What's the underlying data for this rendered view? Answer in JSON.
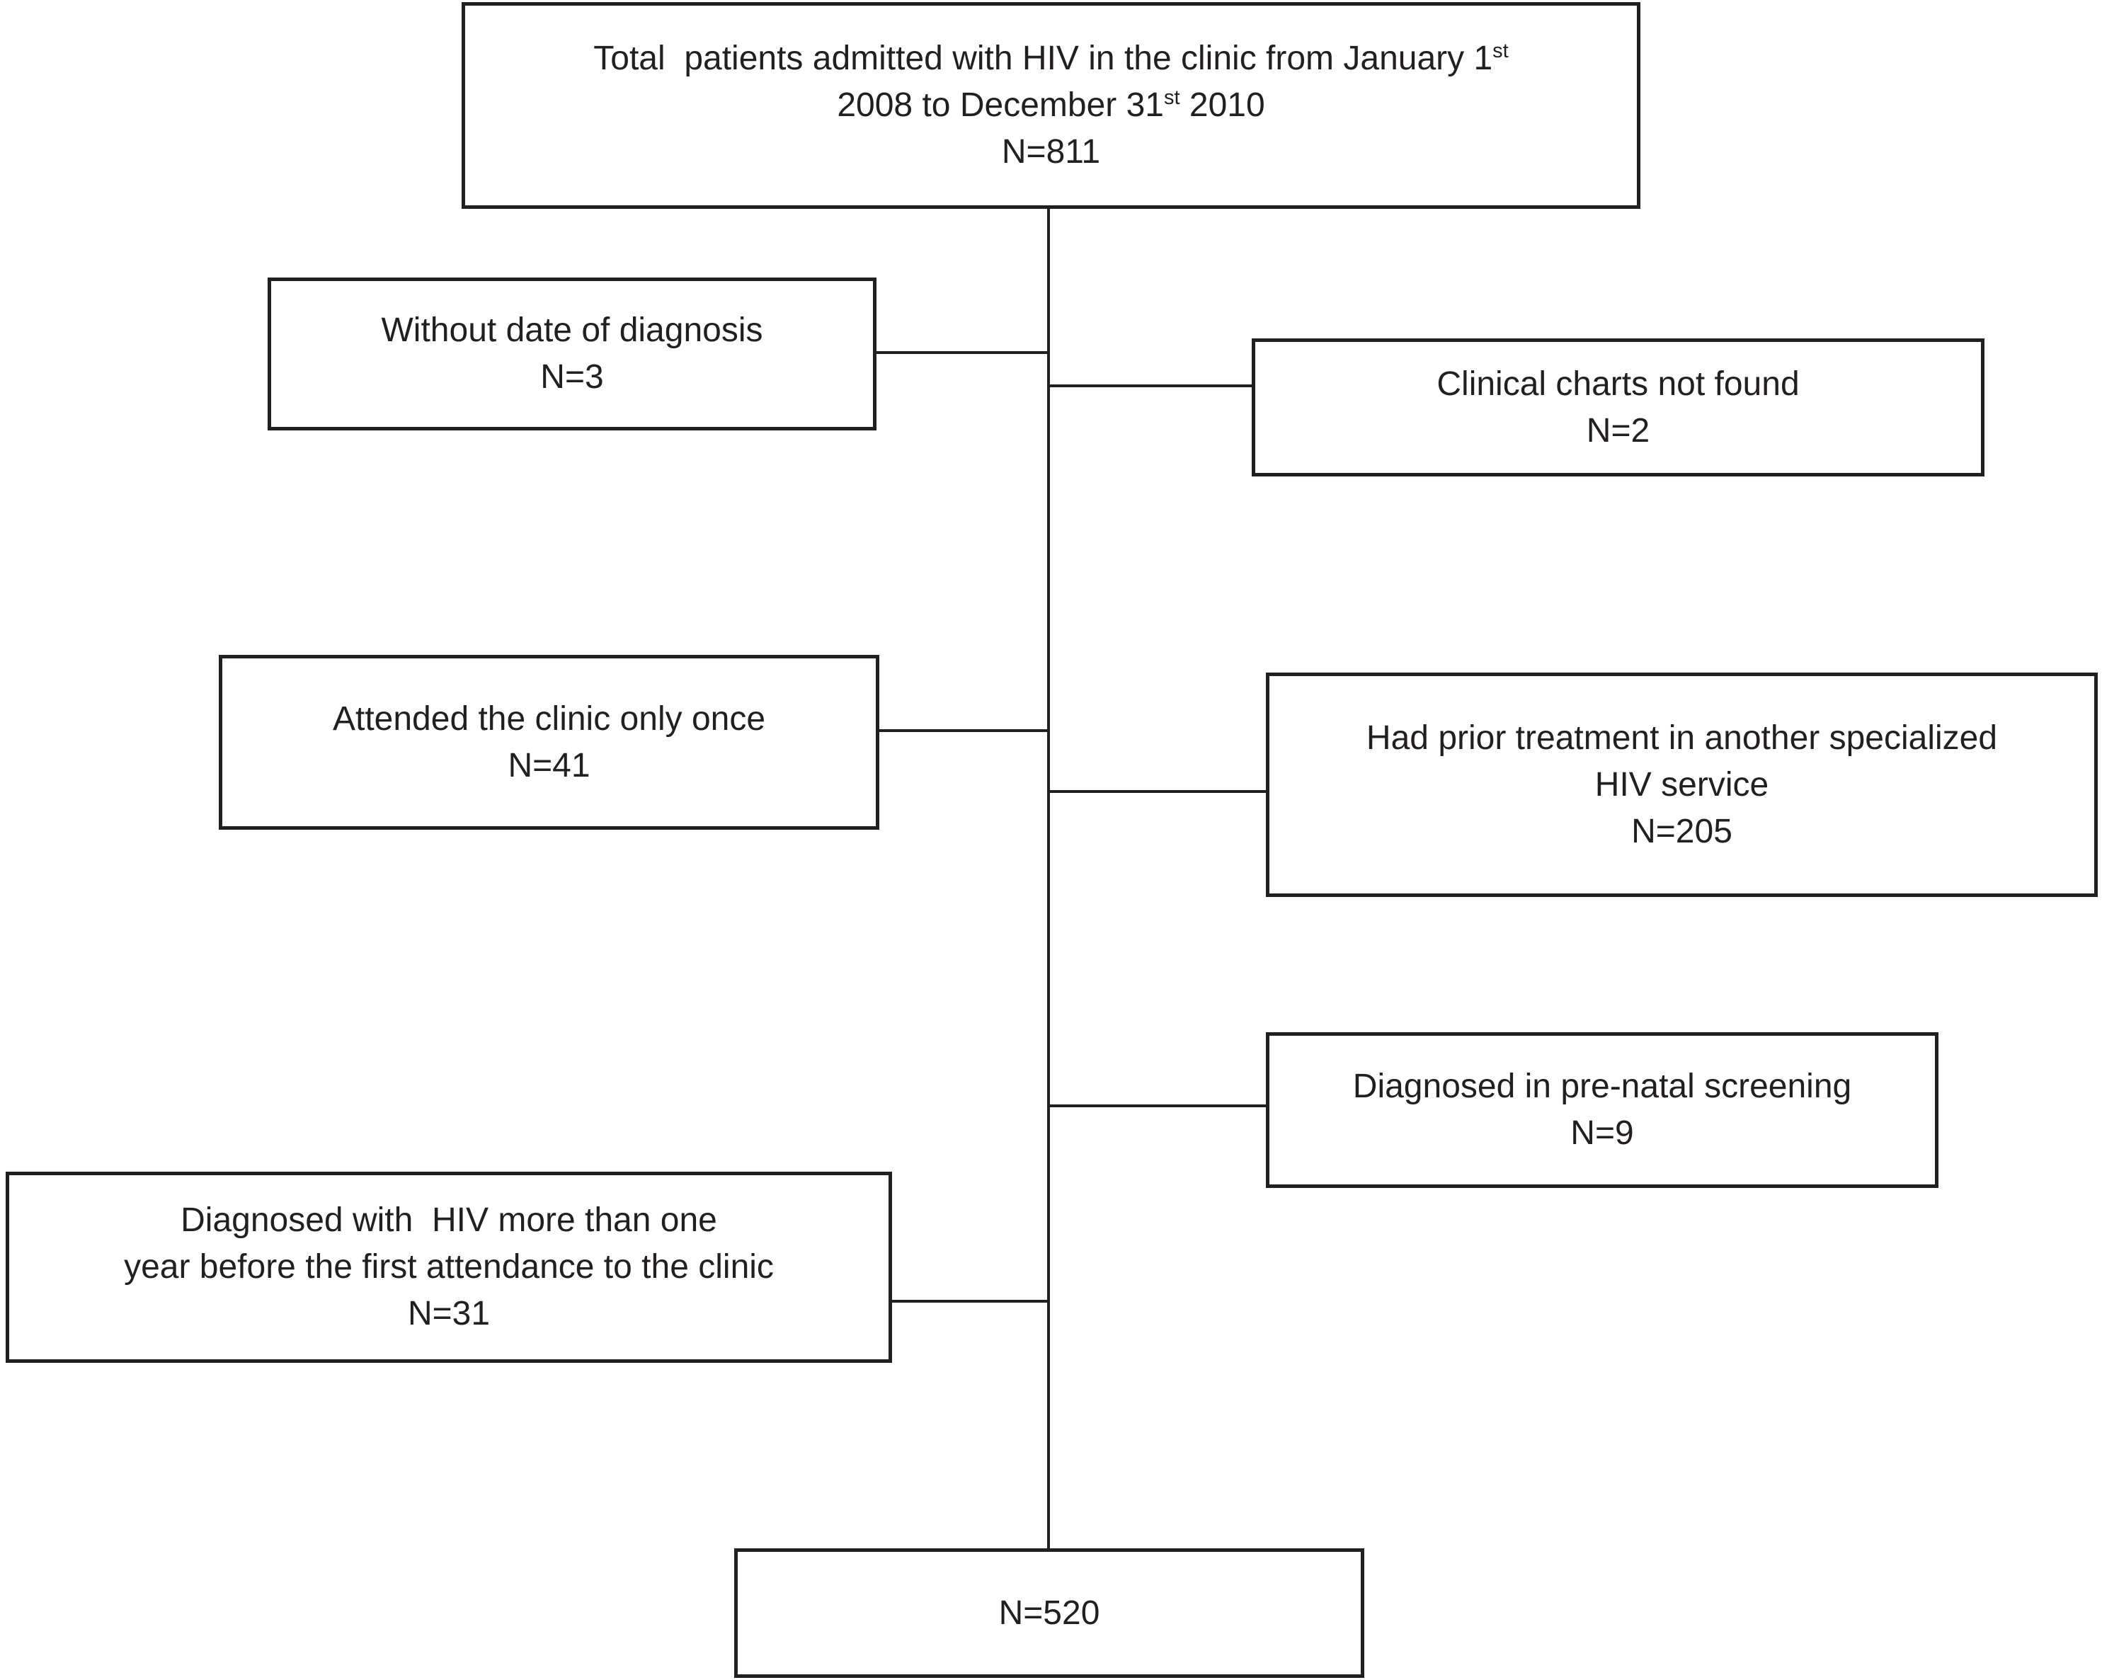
{
  "figure": {
    "background_color": "#ffffff",
    "line_color": "#231f20",
    "top_box": {
      "line1_main": "Total  patients admitted with HIV in the clinic from January 1",
      "line1_sup": "st",
      "line2_pre": "2008 to December 31",
      "line2_sup": "st",
      "line2_post": " 2010",
      "count": "N=811"
    },
    "boxes": {
      "without_date": {
        "lines": [
          "Without date of diagnosis"
        ],
        "count": "N=3"
      },
      "charts_not_found": {
        "lines": [
          "Clinical charts not found"
        ],
        "count": "N=2"
      },
      "attended_once": {
        "lines": [
          "Attended the clinic only once"
        ],
        "count": "N=41"
      },
      "prior_treatment": {
        "lines": [
          "Had prior treatment in another specialized",
          "HIV service"
        ],
        "count": "N=205"
      },
      "prenatal": {
        "lines": [
          "Diagnosed in pre-natal screening"
        ],
        "count": "N=9"
      },
      "late_diagnosis": {
        "lines": [
          "Diagnosed with  HIV more than one",
          "year before the first attendance to the clinic"
        ],
        "count": "N=31"
      },
      "final": {
        "count": "N=520"
      }
    }
  }
}
